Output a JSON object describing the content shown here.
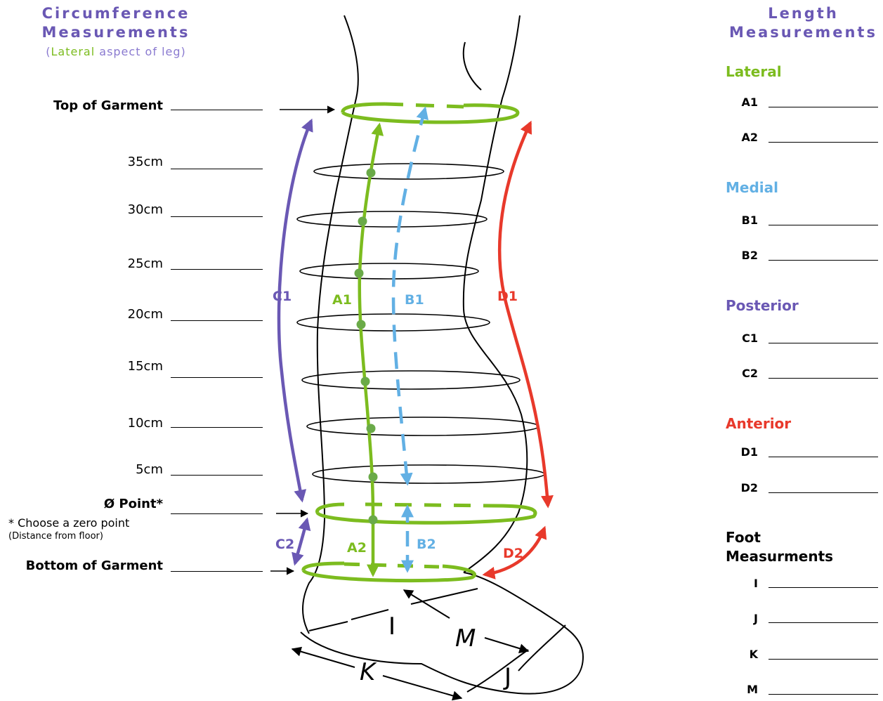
{
  "left_header": {
    "line1": "Circumference",
    "line2": "Measurements",
    "sub_open": "(",
    "sub_colored": "Lateral",
    "sub_rest": " aspect of leg)"
  },
  "right_header": {
    "line1": "Length",
    "line2": "Measurements"
  },
  "left_rows": [
    {
      "label": "Top of Garment",
      "bold": true
    },
    {
      "label": "35cm"
    },
    {
      "label": "30cm"
    },
    {
      "label": "25cm"
    },
    {
      "label": "20cm"
    },
    {
      "label": "15cm"
    },
    {
      "label": "10cm"
    },
    {
      "label": "5cm"
    },
    {
      "label": "Ø Point*",
      "bold": true
    },
    {
      "label": "Bottom of Garment",
      "bold": true
    }
  ],
  "zero_note": {
    "line1": "* Choose a zero point",
    "line2": "(Distance from floor)"
  },
  "sections": {
    "lateral": {
      "title": "Lateral",
      "rows": [
        "A1",
        "A2"
      ]
    },
    "medial": {
      "title": "Medial",
      "rows": [
        "B1",
        "B2"
      ]
    },
    "posterior": {
      "title": "Posterior",
      "rows": [
        "C1",
        "C2"
      ]
    },
    "anterior": {
      "title": "Anterior",
      "rows": [
        "D1",
        "D2"
      ]
    },
    "foot": {
      "title_line1": "Foot",
      "title_line2": "Measurments",
      "rows": [
        "I",
        "J",
        "K",
        "M"
      ]
    }
  },
  "diagram_labels": {
    "a1": "A1",
    "a2": "A2",
    "b1": "B1",
    "b2": "B2",
    "c1": "C1",
    "c2": "C2",
    "d1": "D1",
    "d2": "D2",
    "i": "I",
    "j": "J",
    "k": "K",
    "m": "M"
  },
  "colors": {
    "lateral": "#7cbc1f",
    "medial": "#62b0e4",
    "posterior": "#6a58b4",
    "anterior": "#e8392b",
    "lateral_dots": "#6aaa48"
  }
}
